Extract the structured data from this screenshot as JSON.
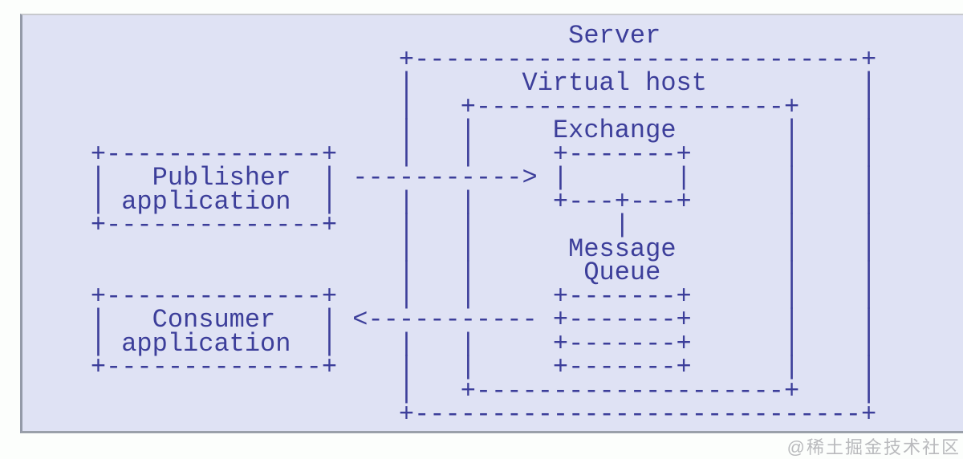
{
  "diagram": {
    "ascii_lines": [
      "                                   Server",
      "                        +-----------------------------+",
      "                        |       Virtual host          |",
      "                        |   +--------------------+    |",
      "                        |   |     Exchange       |    |",
      "    +--------------+    |   |     +-------+      |    |",
      "    |   Publisher  | -----------> |       |      |    |",
      "    | application  |    |   |     +---+---+      |    |",
      "    +--------------+    |   |         |          |    |",
      "                        |   |      Message       |    |",
      "                        |   |       Queue        |    |",
      "    +--------------+    |   |     +-------+      |    |",
      "    |   Consumer   | <----------- +-------+      |    |",
      "    | application  |    |   |     +-------+      |    |",
      "    +--------------+    |   |     +-------+      |    |",
      "                        |   +--------------------+    |",
      "                        +-----------------------------+"
    ],
    "nodes": {
      "server_label": "Server",
      "virtual_host_label": "Virtual host",
      "exchange_label": "Exchange",
      "message_queue_label": "Message Queue",
      "publisher_label": "Publisher application",
      "consumer_label": "Consumer application"
    },
    "arrows": {
      "publisher_to_exchange": "----------->",
      "queue_to_consumer": "<-----------"
    },
    "colors": {
      "text": "#3c3e9a",
      "panel_background": "#dfe2f4",
      "page_background": "#fcfefc"
    }
  },
  "watermark": {
    "text": "@稀土掘金技术社区",
    "color": "#b9babd"
  }
}
